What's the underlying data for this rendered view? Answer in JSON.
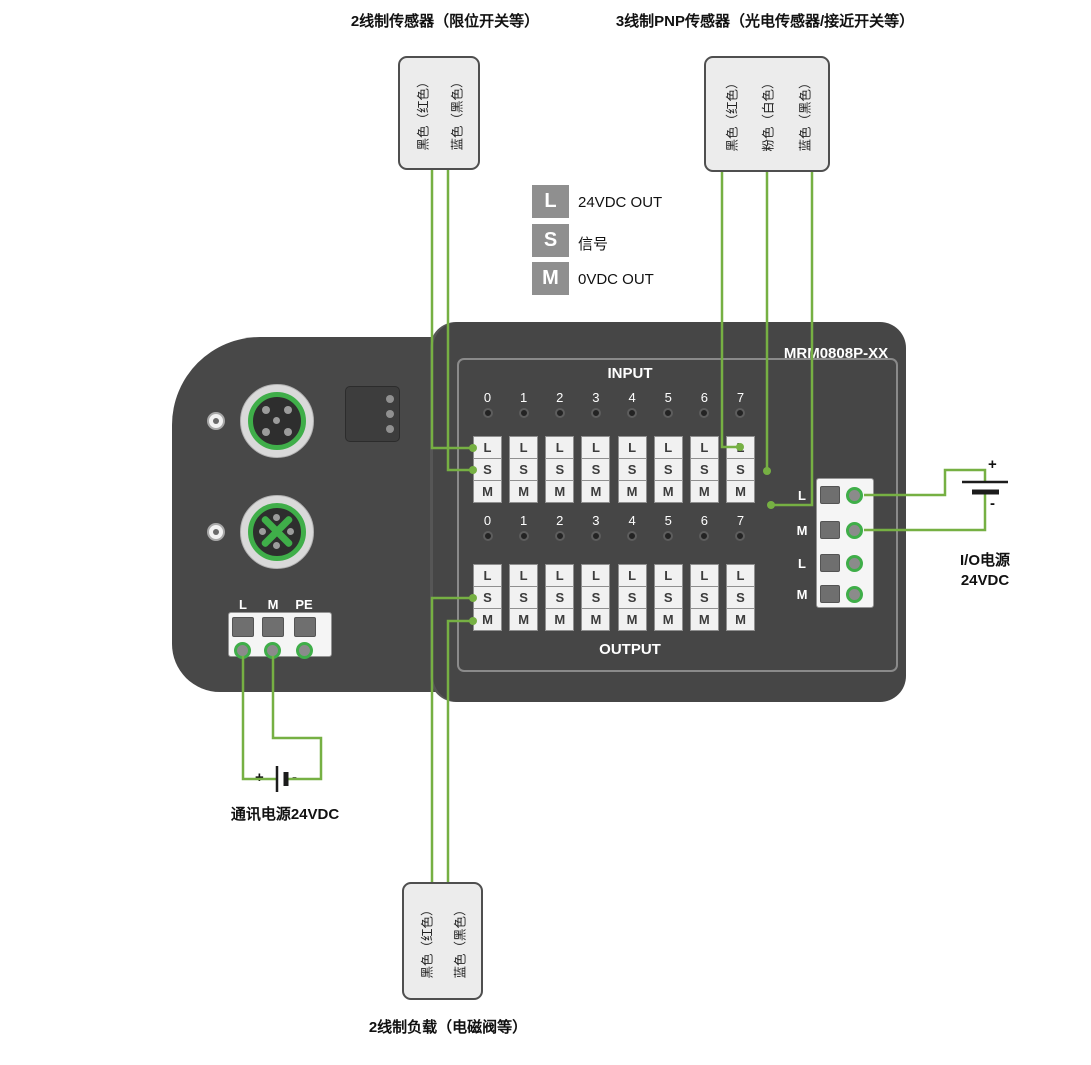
{
  "colors": {
    "wire": "#76b043",
    "connector_green": "#3fae49",
    "device_body": "#474747",
    "cell_background": "#f1f1f1",
    "legend_square": "#8f8f8f"
  },
  "labels": {
    "sensor2_title": "2线制传感器（限位开关等）",
    "sensor3_title": "3线制PNP传感器（光电传感器/接近开关等）",
    "load2_title": "2线制负载（电磁阀等）",
    "comm_power": "通讯电源24VDC",
    "io_power_line1": "I/O电源",
    "io_power_line2": "24VDC",
    "plus": "+",
    "minus": "-"
  },
  "legend": [
    {
      "key": "L",
      "desc": "24VDC OUT"
    },
    {
      "key": "S",
      "desc": "信号"
    },
    {
      "key": "M",
      "desc": "0VDC OUT"
    }
  ],
  "device": {
    "model": "MRM0808P-XX",
    "input_label": "INPUT",
    "output_label": "OUTPUT",
    "channel_numbers": [
      "0",
      "1",
      "2",
      "3",
      "4",
      "5",
      "6",
      "7"
    ],
    "cell_letters": [
      "L",
      "S",
      "M"
    ],
    "power_terminal_labels": [
      "L",
      "M",
      "L",
      "M"
    ],
    "comm_terminal_labels": [
      "L",
      "M",
      "PE"
    ]
  },
  "sensor2_wires": [
    "黑色（红色）",
    "蓝色（黑色）"
  ],
  "sensor3_wires": [
    "黑色（红色）",
    "粉色（白色）",
    "蓝色（黑色）"
  ],
  "load2_wires": [
    "黑色（红色）",
    "蓝色（黑色）"
  ]
}
